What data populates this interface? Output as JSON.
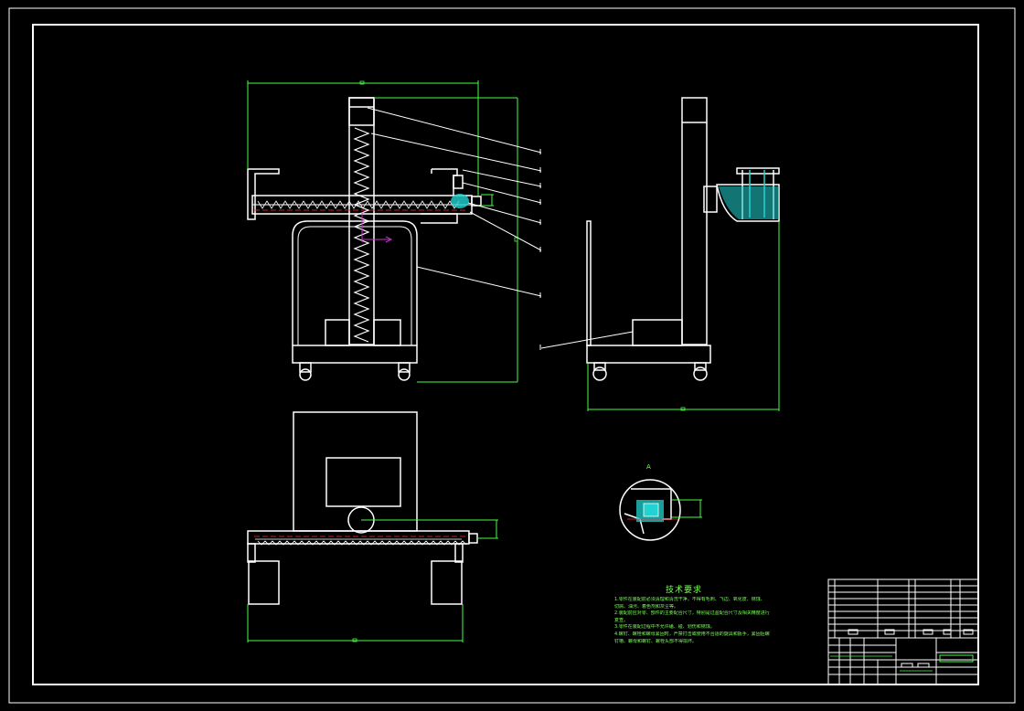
{
  "drawing": {
    "section_label": "A",
    "technical_requirements_title": "技术要求",
    "technical_requirements": [
      "1.零件在装配前必须清理和清洗干净，不得有毛刺、飞边、氧化皮、锈蚀、",
      "   切屑、油污、着色剂和灰尘等。",
      "2.装配前应对零、部件的主要配合尺寸，特别是过盈配合尺寸及相关精度进行",
      "   复查。",
      "3.零件在装配过程中不允许磕、碰、划伤和锈蚀。",
      "4.螺钉、螺栓和螺母紧固时，严禁打击或使用不合适的旋具和扳手，紧固后螺",
      "   钉槽、螺母和螺钉、螺栓头部不得损坏。"
    ]
  },
  "colors": {
    "background": "#000000",
    "geometry": "#ffffff",
    "dimension": "#44ff44",
    "hatch": "#22d3d3",
    "centerline": "#ff3030",
    "axis": "#cc33cc",
    "text": "#7cff5a"
  }
}
